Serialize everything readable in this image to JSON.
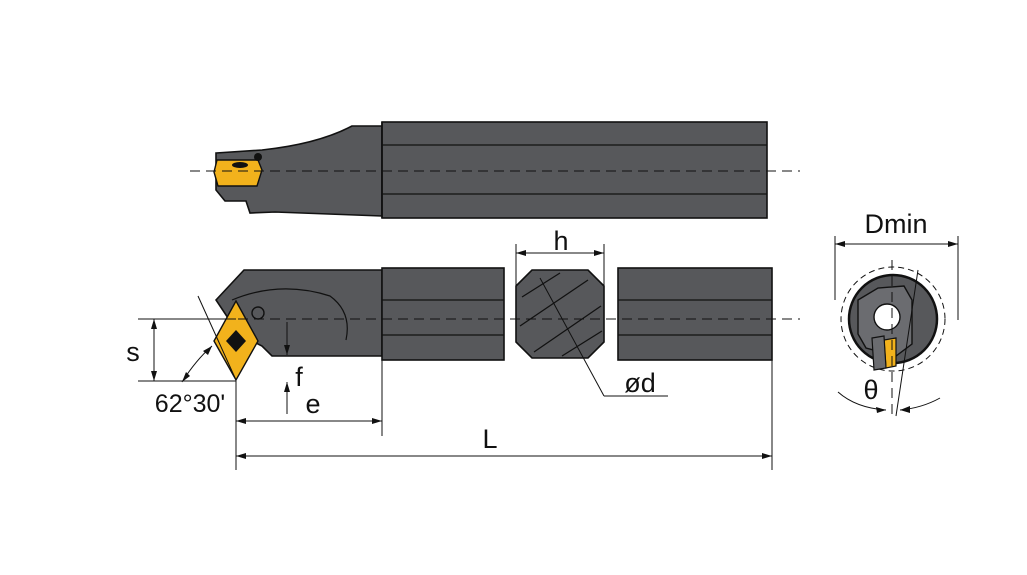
{
  "labels": {
    "dmin": "Dmin",
    "h": "h",
    "s": "s",
    "f": "f",
    "e": "e",
    "od": "ød",
    "L": "L",
    "theta": "θ",
    "angle": "62°30'"
  },
  "colors": {
    "body": "#57585b",
    "body_light": "#6b6c70",
    "insert": "#f2b21c",
    "line": "#111111",
    "background": "#ffffff"
  }
}
